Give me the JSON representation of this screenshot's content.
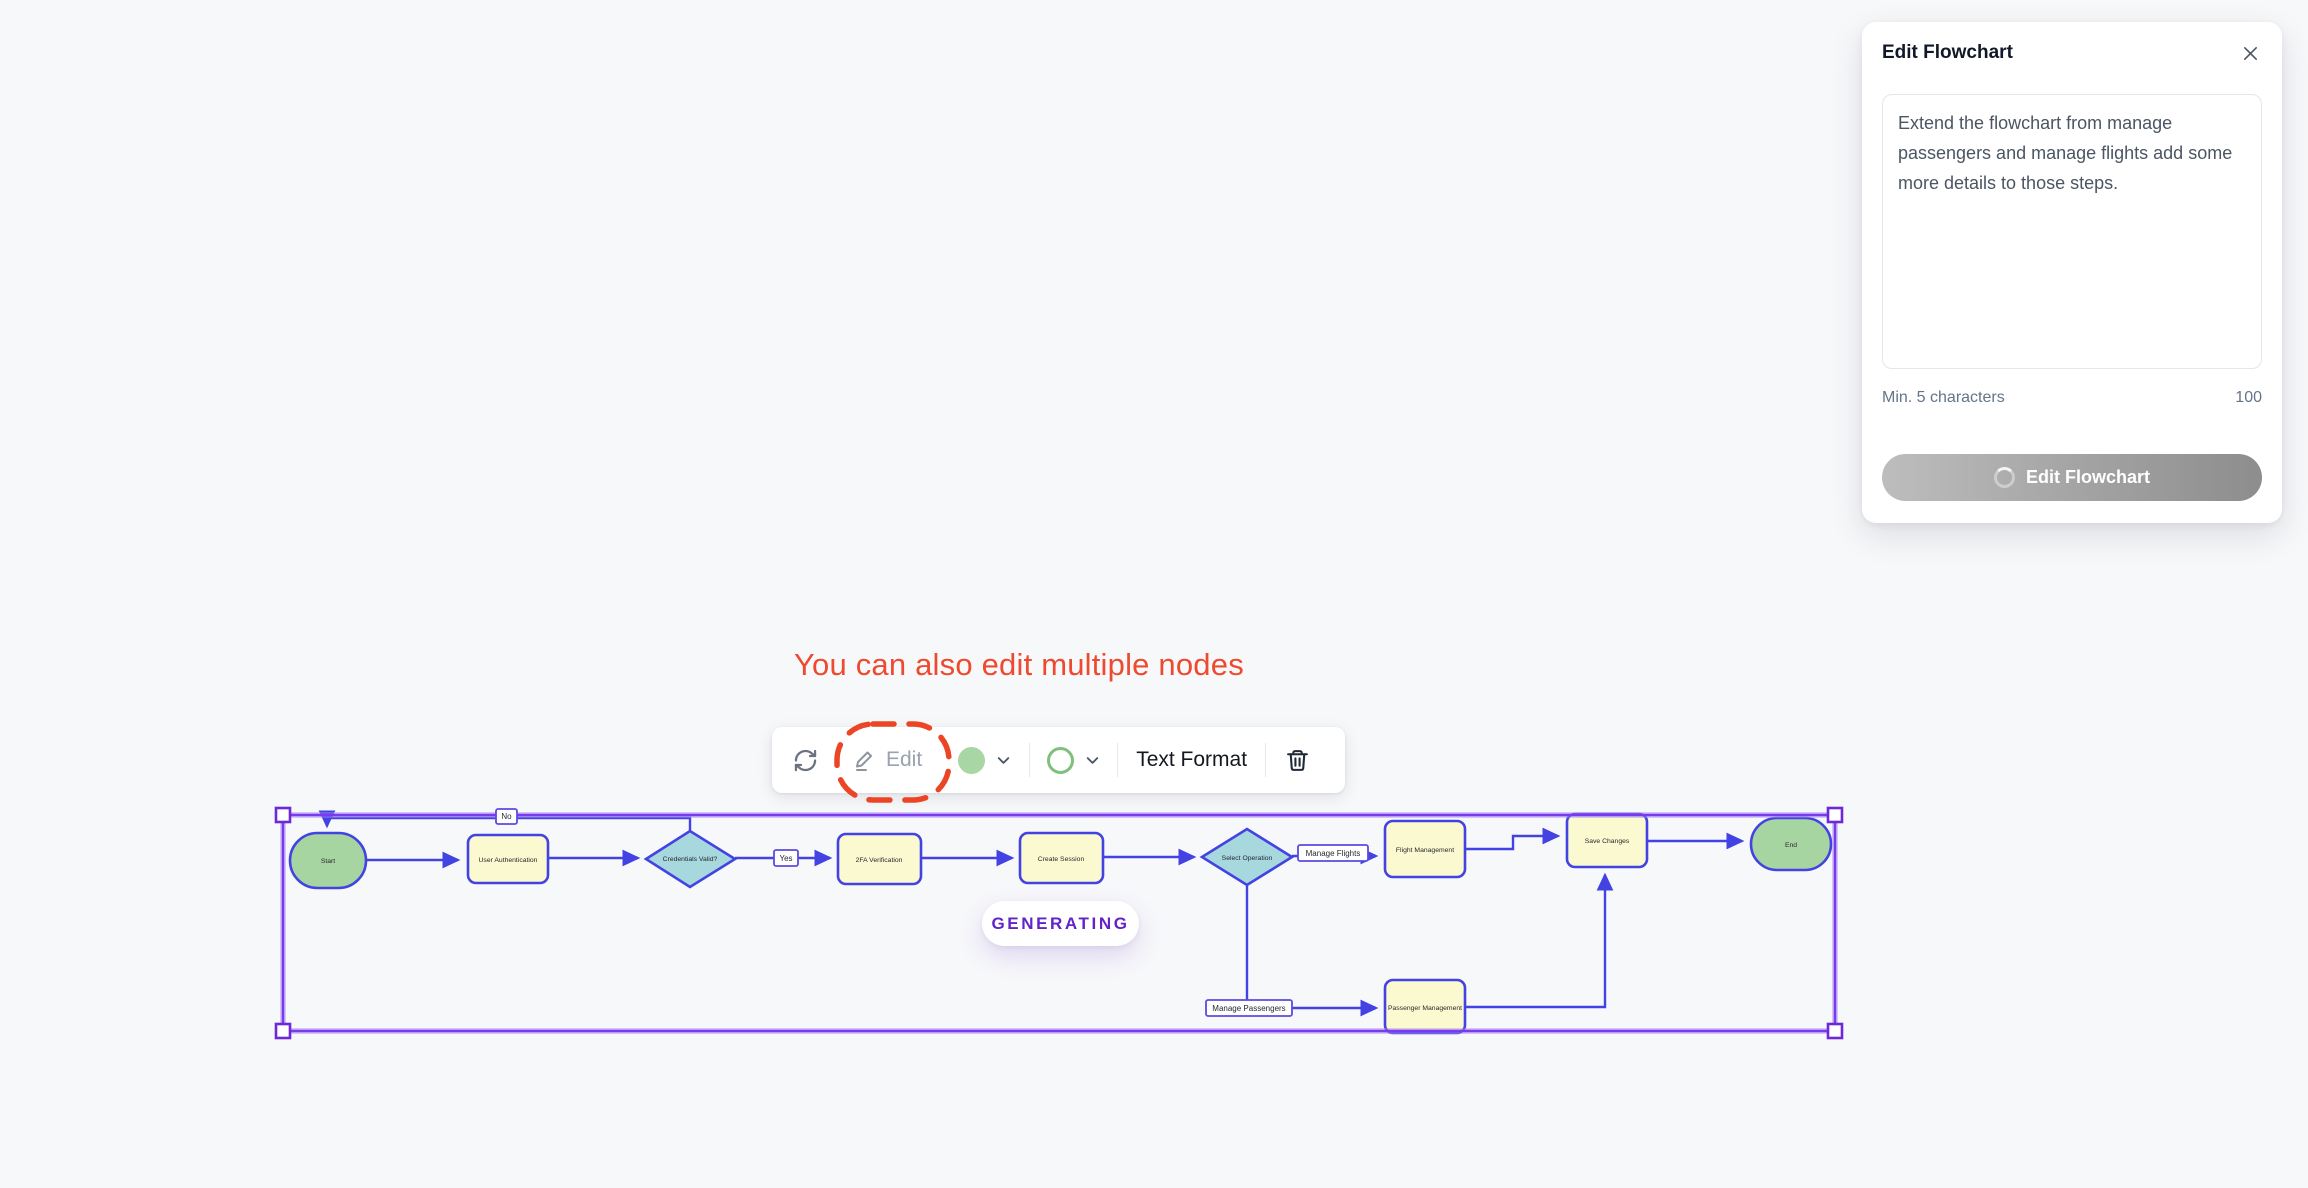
{
  "canvas": {
    "annotation_text": "You can also edit multiple nodes",
    "generating_label": "GENERATING"
  },
  "toolbar": {
    "edit_label": "Edit",
    "text_format_label": "Text Format",
    "fill_color": "#a8d6a4",
    "stroke_color": "#7fc07c"
  },
  "panel": {
    "title": "Edit Flowchart",
    "prompt_value": "Extend the flowchart from manage passengers and manage flights add some more details to those steps.",
    "min_chars_label": "Min. 5 characters",
    "char_count": "100",
    "submit_label": "Edit Flowchart"
  },
  "flowchart": {
    "nodes": [
      {
        "id": "start",
        "type": "terminator",
        "label": "Start"
      },
      {
        "id": "user-authentication",
        "type": "process",
        "label": "User Authentication"
      },
      {
        "id": "credentials-valid",
        "type": "decision",
        "label": "Credentials Valid?"
      },
      {
        "id": "2fa-verification",
        "type": "process",
        "label": "2FA Verification"
      },
      {
        "id": "create-session",
        "type": "process",
        "label": "Create Session"
      },
      {
        "id": "select-operation",
        "type": "decision",
        "label": "Select Operation"
      },
      {
        "id": "flight-management",
        "type": "process",
        "label": "Flight Management"
      },
      {
        "id": "save-changes",
        "type": "process",
        "label": "Save Changes"
      },
      {
        "id": "end",
        "type": "terminator",
        "label": "End"
      },
      {
        "id": "passenger-management",
        "type": "process",
        "label": "Passenger Management"
      }
    ],
    "edge_labels": [
      {
        "label": "No"
      },
      {
        "label": "Yes"
      },
      {
        "label": "Manage Flights"
      },
      {
        "label": "Manage Passengers"
      }
    ]
  },
  "colors": {
    "background": "#f7f8fa",
    "node_border": "#4342e2",
    "process_fill": "#fbf9d0",
    "terminator_fill": "#a6d5a1",
    "decision_fill": "#a6d8de",
    "selection": "#7c3aed",
    "annotation_red": "#ee4a2f",
    "generating_purple": "#6323c7"
  }
}
